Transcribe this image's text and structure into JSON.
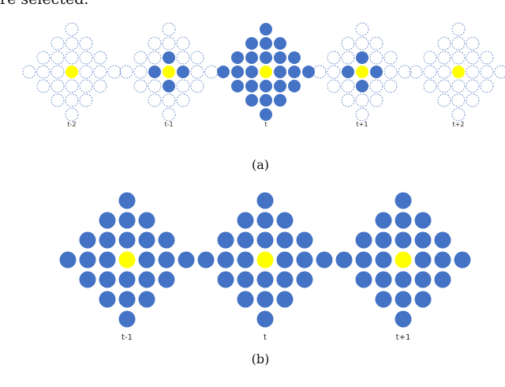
{
  "intro_text": "re selected.",
  "colors": {
    "filled": "#4472c4",
    "center": "#ffff00",
    "empty_stroke": "#5b7fc4",
    "background": "#ffffff"
  },
  "panel_a": {
    "caption": "(a)",
    "frames": [
      {
        "label": "t-2",
        "filled_positions": []
      },
      {
        "label": "t-1",
        "filled_positions": [
          "up1",
          "left1",
          "right1",
          "down1"
        ]
      },
      {
        "label": "t",
        "filled_positions": [
          "all"
        ]
      },
      {
        "label": "t+1",
        "filled_positions": [
          "up1",
          "left1",
          "right1",
          "down1"
        ]
      },
      {
        "label": "t+2",
        "filled_positions": []
      }
    ]
  },
  "panel_b": {
    "caption": "(b)",
    "frames": [
      {
        "label": "t-1",
        "filled_positions": [
          "all"
        ]
      },
      {
        "label": "t",
        "filled_positions": [
          "all"
        ]
      },
      {
        "label": "t+1",
        "filled_positions": [
          "all"
        ]
      }
    ]
  }
}
